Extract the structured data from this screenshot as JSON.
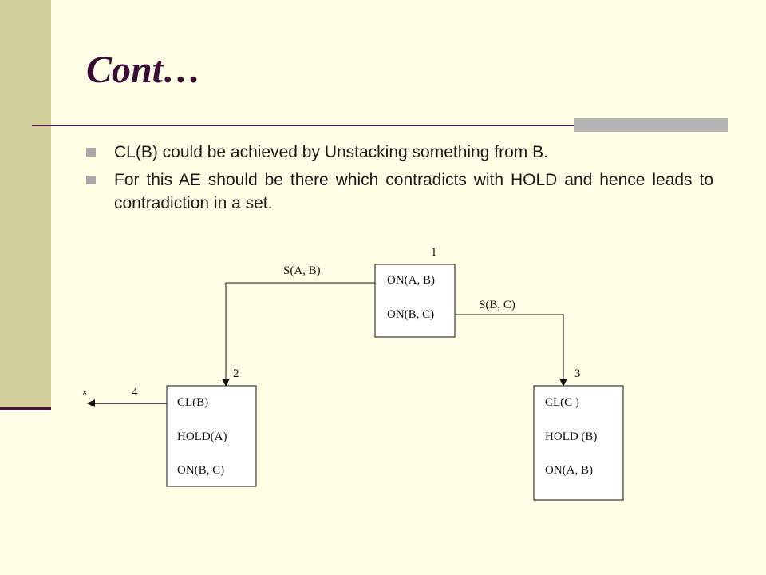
{
  "slide": {
    "title": "Cont…",
    "bullets": [
      "CL(B) could be achieved by Unstacking something from B.",
      "For this AE should be there which contradicts with HOLD and hence leads to contradiction in a set."
    ]
  },
  "diagram": {
    "nodes": [
      {
        "id": "1",
        "label": "1",
        "lines": [
          "ON(A, B)",
          "ON(B, C)"
        ]
      },
      {
        "id": "2",
        "label": "2",
        "lines": [
          "CL(B)",
          "HOLD(A)",
          "ON(B, C)"
        ]
      },
      {
        "id": "3",
        "label": "3",
        "lines": [
          "CL(C )",
          "HOLD (B)",
          "ON(A, B)"
        ]
      }
    ],
    "edges": [
      {
        "from": "1",
        "to": "2",
        "label": "S(A, B)"
      },
      {
        "from": "1",
        "to": "3",
        "label": "S(B, C)"
      },
      {
        "from": "2",
        "to": "x",
        "label": "4",
        "end_mark": "×"
      }
    ]
  }
}
